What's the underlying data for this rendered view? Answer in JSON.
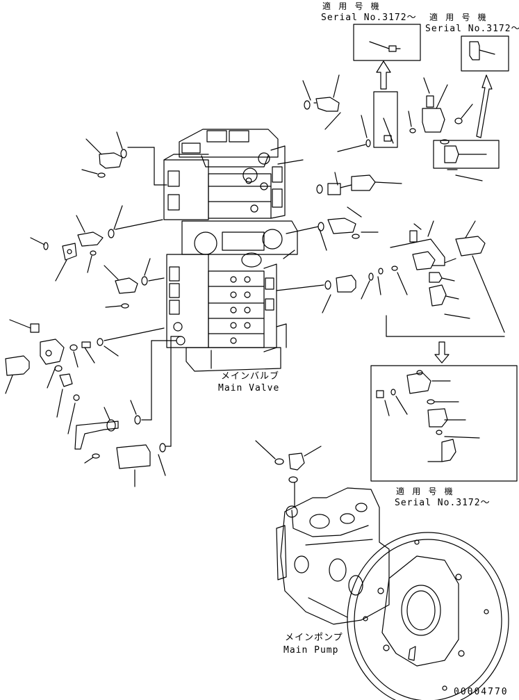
{
  "labels": {
    "serial_top_left_jp": "適 用 号 機",
    "serial_top_left_en": "Serial No.3172～",
    "serial_top_right_jp": "適 用 号 機",
    "serial_top_right_en": "Serial No.3172～",
    "serial_bottom_jp": "適 用 号 機",
    "serial_bottom_en": "Serial No.3172～",
    "main_valve_jp": "メインバルブ",
    "main_valve_en": "Main Valve",
    "main_pump_jp": "メインポンプ",
    "main_pump_en": "Main Pump",
    "drawing_number": "00004770"
  }
}
